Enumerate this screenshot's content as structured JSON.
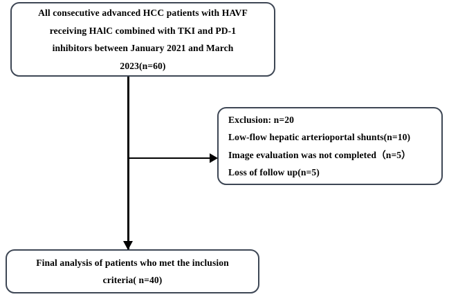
{
  "diagram": {
    "type": "patient-flow-diagram",
    "background_color": "#ffffff",
    "box_border_color": "#3d4654",
    "connector_color": "#000000",
    "text_color": "#000000",
    "boxes": {
      "enrollment": {
        "lines": [
          "All consecutive advanced HCC patients with HAVF",
          "receiving HAlC combined with TKI and PD-1",
          "inhibitors between January 2021 and March",
          "2023(n=60)"
        ],
        "align": "center",
        "total_n": 60
      },
      "exclusion": {
        "lines": [
          "Exclusion: n=20",
          "Low-flow hepatic arterioportal shunts(n=10)",
          "Image evaluation was not completed（n=5）",
          "Loss of follow up(n=5)"
        ],
        "align": "left",
        "total_n": 20
      },
      "final": {
        "lines": [
          "Final analysis of patients who met the inclusion",
          "criteria( n=40)"
        ],
        "align": "center",
        "total_n": 40
      }
    },
    "connectors": [
      {
        "name": "enrollment-to-final",
        "direction": "down",
        "arrow": true
      },
      {
        "name": "enrollment-to-exclusion",
        "direction": "right",
        "arrow": true
      }
    ]
  }
}
